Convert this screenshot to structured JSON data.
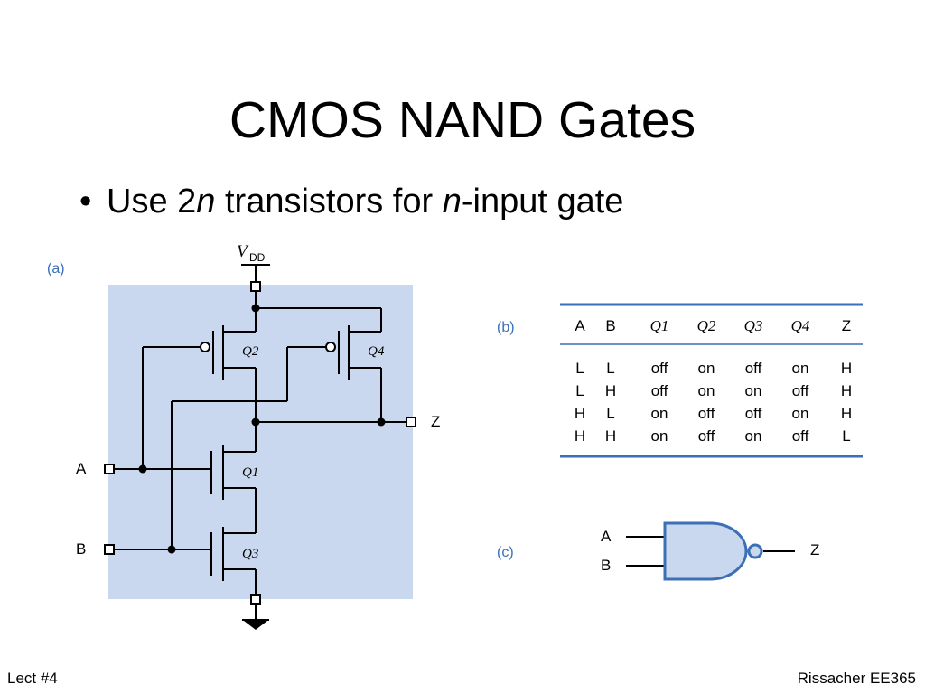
{
  "slide": {
    "title": "CMOS NAND Gates",
    "bullet_prefix": "Use 2",
    "bullet_var1": "n",
    "bullet_mid": " transistors for ",
    "bullet_var2": "n",
    "bullet_suffix": "-input gate"
  },
  "footer": {
    "left": "Lect #4",
    "right": "Rissacher EE365"
  },
  "diagram": {
    "panel_a": "(a)",
    "panel_b": "(b)",
    "panel_c": "(c)",
    "vdd_main": "V",
    "vdd_sub": "DD",
    "input_a": "A",
    "input_b": "B",
    "output_z": "Z",
    "q1": "Q1",
    "q2": "Q2",
    "q3": "Q3",
    "q4": "Q4",
    "fill_color": "#c9d8ee",
    "table_rule_color": "#3b6fb6"
  },
  "truth_table": {
    "headers": [
      "A",
      "B",
      "Q1",
      "Q2",
      "Q3",
      "Q4",
      "Z"
    ],
    "rows": [
      [
        "L",
        "L",
        "off",
        "on",
        "off",
        "on",
        "H"
      ],
      [
        "L",
        "H",
        "off",
        "on",
        "on",
        "off",
        "H"
      ],
      [
        "H",
        "L",
        "on",
        "off",
        "off",
        "on",
        "H"
      ],
      [
        "H",
        "H",
        "on",
        "off",
        "on",
        "off",
        "L"
      ]
    ]
  },
  "gate_symbol": {
    "input_a": "A",
    "input_b": "B",
    "output_z": "Z"
  }
}
